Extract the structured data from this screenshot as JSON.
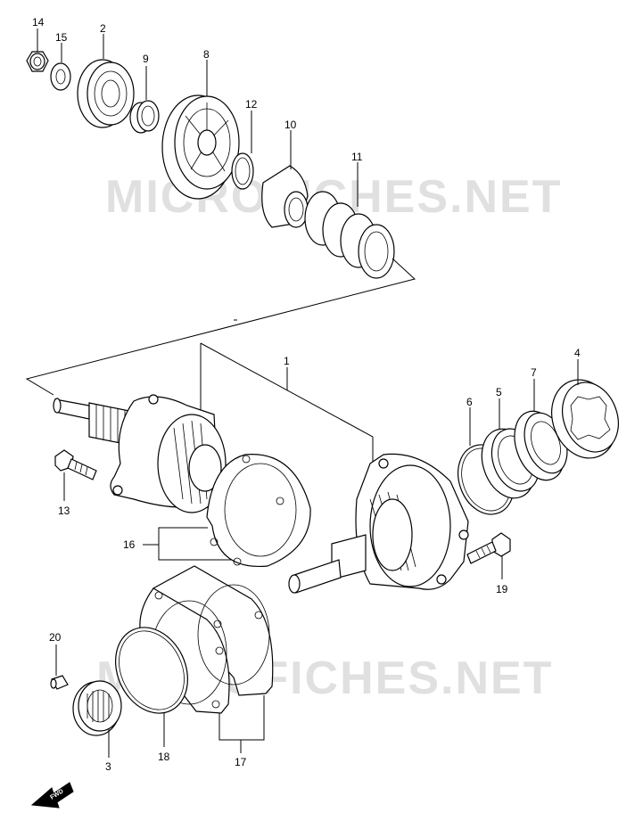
{
  "watermark": {
    "text": "MICROFICHES.NET",
    "color": "#d9d9d9"
  },
  "callouts": [
    {
      "id": "14",
      "text": "14"
    },
    {
      "id": "15",
      "text": "15"
    },
    {
      "id": "2",
      "text": "2"
    },
    {
      "id": "9",
      "text": "9"
    },
    {
      "id": "8",
      "text": "8"
    },
    {
      "id": "12",
      "text": "12"
    },
    {
      "id": "10",
      "text": "10"
    },
    {
      "id": "11",
      "text": "11"
    },
    {
      "id": "1",
      "text": "1"
    },
    {
      "id": "4",
      "text": "4"
    },
    {
      "id": "7",
      "text": "7"
    },
    {
      "id": "5",
      "text": "5"
    },
    {
      "id": "6",
      "text": "6"
    },
    {
      "id": "13",
      "text": "13"
    },
    {
      "id": "16",
      "text": "16"
    },
    {
      "id": "19",
      "text": "19"
    },
    {
      "id": "20",
      "text": "20"
    },
    {
      "id": "3",
      "text": "3"
    },
    {
      "id": "18",
      "text": "18"
    },
    {
      "id": "17",
      "text": "17"
    }
  ],
  "direction_arrow": {
    "label": "FWD"
  }
}
